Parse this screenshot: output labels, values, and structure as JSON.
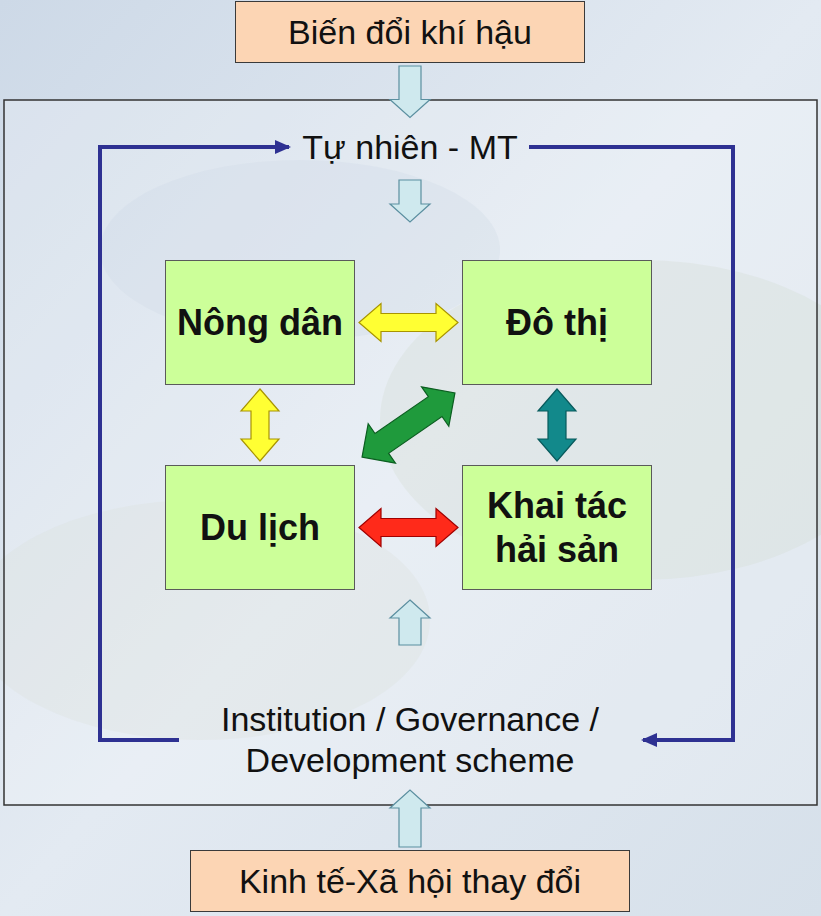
{
  "diagram": {
    "nodes": [
      {
        "text": [
          "Biến đổi khí hậu"
        ]
      },
      {
        "text": [
          "Tự nhiên - MT"
        ]
      },
      {
        "text": [
          "Nông dân"
        ]
      },
      {
        "text": [
          "Đô thị"
        ]
      },
      {
        "text": [
          "Du lịch"
        ]
      },
      {
        "text": [
          "Khai tác hải sản"
        ]
      },
      {
        "text": [
          "Institution / Governance / Development scheme"
        ]
      },
      {
        "text": [
          "Kinh tế-Xã hội thay đổi"
        ]
      }
    ],
    "edges": [
      {
        "from": 0,
        "to": 1,
        "arrow": "to"
      },
      {
        "from": 2,
        "to": 3,
        "arrow": "both"
      },
      {
        "from": 2,
        "to": 4,
        "arrow": "both"
      },
      {
        "from": 4,
        "to": 3,
        "arrow": "both"
      },
      {
        "from": 3,
        "to": 5,
        "arrow": "both"
      },
      {
        "from": 4,
        "to": 5,
        "arrow": "both"
      },
      {
        "from": 6,
        "to": 1,
        "arrow": "to"
      },
      {
        "from": 1,
        "to": 6,
        "arrow": "to"
      },
      {
        "from": 7,
        "to": 6,
        "arrow": "to"
      }
    ]
  }
}
